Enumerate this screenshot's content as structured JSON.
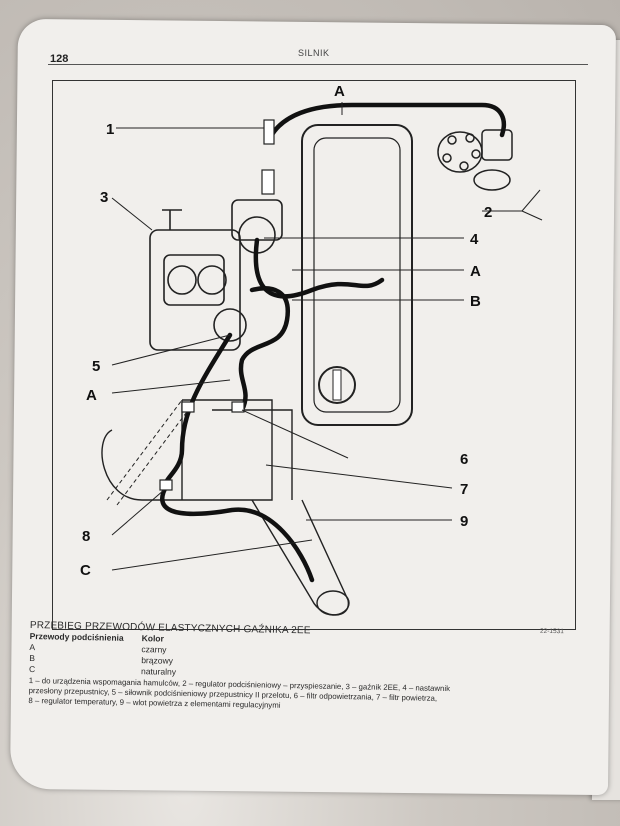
{
  "page": {
    "number": "128",
    "running_head": "SILNIK",
    "figure_code": "22-1531"
  },
  "figure": {
    "callouts": {
      "A_top": "A",
      "n1": "1",
      "n2": "2",
      "n3": "3",
      "n4": "4",
      "A_mid": "A",
      "B": "B",
      "n5": "5",
      "A_low": "A",
      "n6": "6",
      "n7": "7",
      "n8": "8",
      "n9": "9",
      "C": "C"
    }
  },
  "caption": {
    "title": "PRZEBIEG PRZEWODÓW ELASTYCZNYCH GAŹNIKA 2EE",
    "col1_header": "Przewody podciśnienia",
    "col2_header": "Kolor",
    "rows": [
      {
        "line": "A",
        "color": "czarny"
      },
      {
        "line": "B",
        "color": "brązowy"
      },
      {
        "line": "C",
        "color": "naturalny"
      }
    ],
    "legend_lines": [
      "1 – do urządzenia wspomagania hamulców, 2 – regulator podciśnieniowy – przyspieszanie, 3 – gaźnik 2EE, 4 – nastawnik",
      "przesłony przepustnicy, 5 – siłownik podciśnieniowy przepustnicy II przelotu, 6 – filtr odpowietrzania, 7 – filtr powietrza,",
      "8 – regulator temperatury, 9 – wlot powietrza z elementami regulacyjnymi"
    ]
  }
}
